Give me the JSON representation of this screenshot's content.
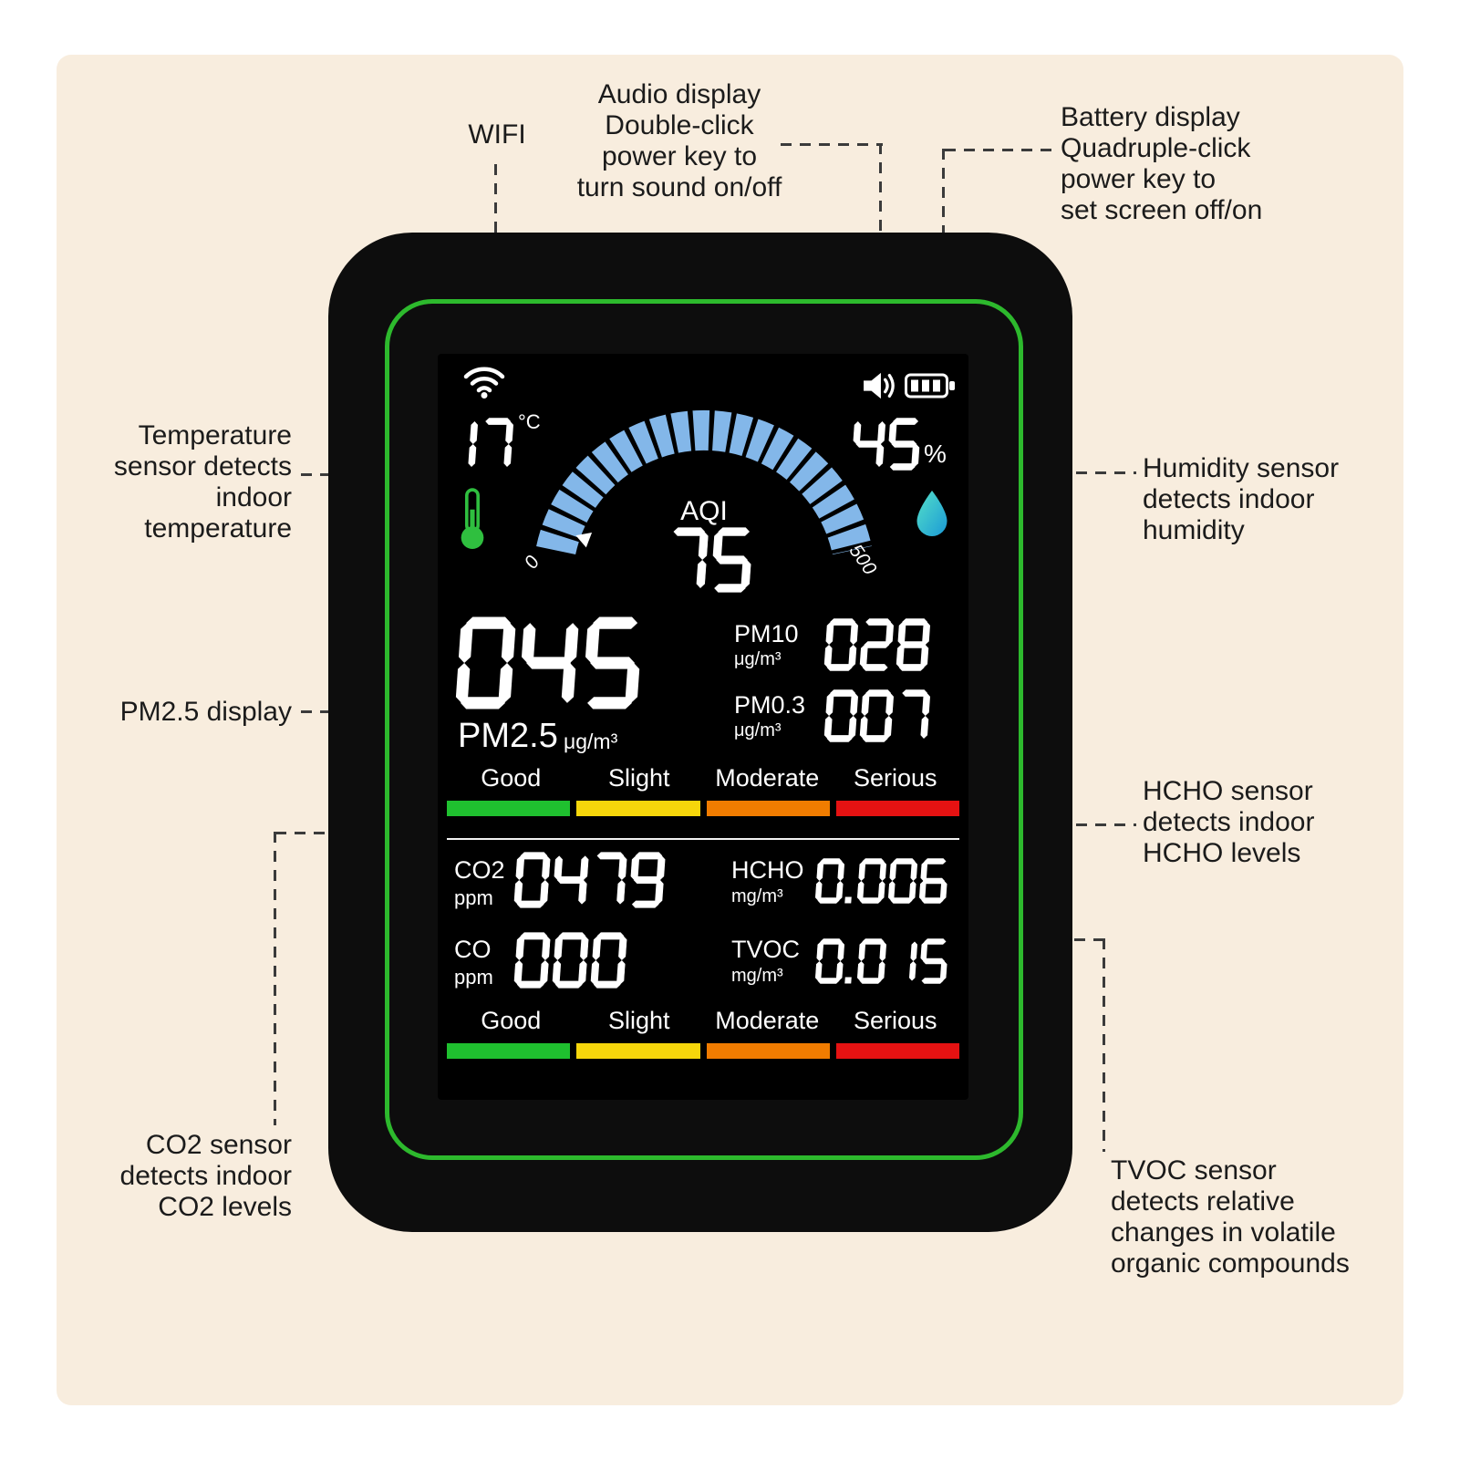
{
  "annotations": {
    "wifi": "WIFI",
    "audio": "Audio display\nDouble-click\npower key to\nturn sound on/off",
    "battery": "Battery display\nQuadruple-click\npower key to\nset screen off/on",
    "temperature": "Temperature\nsensor detects\nindoor\ntemperature",
    "humidity": "Humidity sensor\ndetects indoor\nhumidity",
    "pm25": "PM2.5 display",
    "hcho": "HCHO sensor\ndetects indoor\nHCHO levels",
    "co2": "CO2 sensor\ndetects indoor\nCO2 levels",
    "tvoc": "TVOC sensor\ndetects relative\nchanges in volatile\norganic compounds"
  },
  "screen": {
    "gauge": {
      "label": "AQI",
      "value": "75",
      "min": "0",
      "max": "500"
    },
    "temperature": {
      "value": "17",
      "unit": "°C"
    },
    "humidity": {
      "value": "45",
      "unit": "%"
    },
    "pm25": {
      "label": "PM2.5",
      "unit": "μg/m³",
      "value": "045"
    },
    "pm10": {
      "label": "PM10",
      "unit": "μg/m³",
      "value": "028"
    },
    "pm03": {
      "label": "PM0.3",
      "unit": "μg/m³",
      "value": "007"
    },
    "co2": {
      "label": "CO2",
      "unit": "ppm",
      "value": "0479"
    },
    "co": {
      "label": "CO",
      "unit": "ppm",
      "value": "000"
    },
    "hcho": {
      "label": "HCHO",
      "unit": "mg/m³",
      "value": "0.006"
    },
    "tvoc": {
      "label": "TVOC",
      "unit": "mg/m³",
      "value": "0.015"
    },
    "scale": {
      "labels": [
        "Good",
        "Slight",
        "Moderate",
        "Serious"
      ],
      "colors": [
        "#1fc02f",
        "#f6d60b",
        "#f07c00",
        "#e51212"
      ]
    },
    "icons": {
      "wifi": "wifi-icon",
      "speaker": "speaker-icon",
      "battery": "battery-icon",
      "thermometer": "thermometer-icon",
      "humidity": "water-drop-icon"
    }
  },
  "colors": {
    "background": "#f8edde",
    "device": "#0d0d0d",
    "device_outline": "#2db92d",
    "gauge_segment": "#83b7e9",
    "screen_text": "#ffffff",
    "annotation_text": "#1b1b1b"
  }
}
